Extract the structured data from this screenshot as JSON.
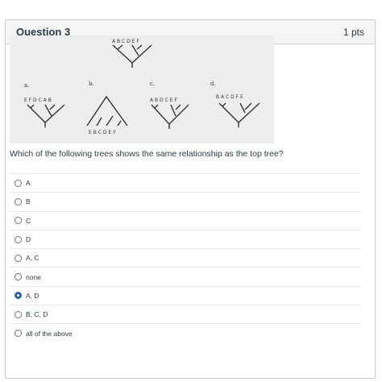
{
  "question": {
    "title": "Question 3",
    "points": "1 pts",
    "prompt": "Which of the following trees shows the same relationship as the top tree?"
  },
  "figure": {
    "top_tree_letters": "A B C D E F",
    "letter_a": "a.",
    "letter_b": "b.",
    "letter_c": "c.",
    "letter_d": "d.",
    "tree_a_letters": "E F D C A B",
    "tree_b_letters": "E B C D E Y",
    "tree_c_letters": "A B D C E F",
    "tree_d_letters": "B A C D F E"
  },
  "answers": [
    {
      "label": "A",
      "selected": false
    },
    {
      "label": "B",
      "selected": false
    },
    {
      "label": "C",
      "selected": false
    },
    {
      "label": "D",
      "selected": false
    },
    {
      "label": "A, C",
      "selected": false
    },
    {
      "label": "none",
      "selected": false
    },
    {
      "label": "A, D",
      "selected": true
    },
    {
      "label": "B, C, D",
      "selected": false
    },
    {
      "label": "all of the above",
      "selected": false
    }
  ],
  "colors": {
    "selected_radio": "#2b5fa7",
    "border": "#c7cdd1",
    "header_bg": "#f5f5f5"
  }
}
